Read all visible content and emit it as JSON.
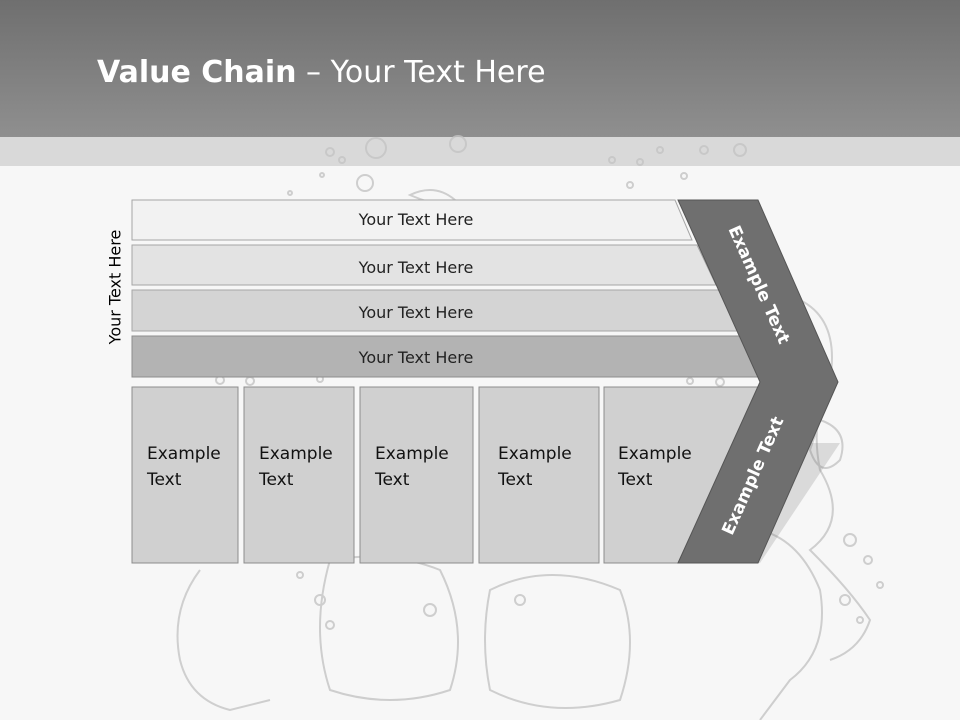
{
  "title": {
    "bold": "Value Chain",
    "rest": " – Your Text Here"
  },
  "side_label": "Your Text Here",
  "bands": [
    "Your Text Here",
    "Your Text Here",
    "Your Text Here",
    "Your Text Here"
  ],
  "columns": [
    {
      "line1": "Example",
      "line2": "Text"
    },
    {
      "line1": "Example",
      "line2": "Text"
    },
    {
      "line1": "Example",
      "line2": "Text"
    },
    {
      "line1": "Example",
      "line2": "Text"
    },
    {
      "line1": "Example",
      "line2": "Text"
    }
  ],
  "chevron": {
    "upper_label": "Example Text",
    "lower_label": "Example Text"
  },
  "colors": {
    "header": "#8a8a8a",
    "band1": "#f2f2f2",
    "band2": "#e3e3e3",
    "band3": "#d4d4d4",
    "band4": "#b3b3b3",
    "column": "#d0d0d0",
    "chevron": "#6f6f6f"
  }
}
